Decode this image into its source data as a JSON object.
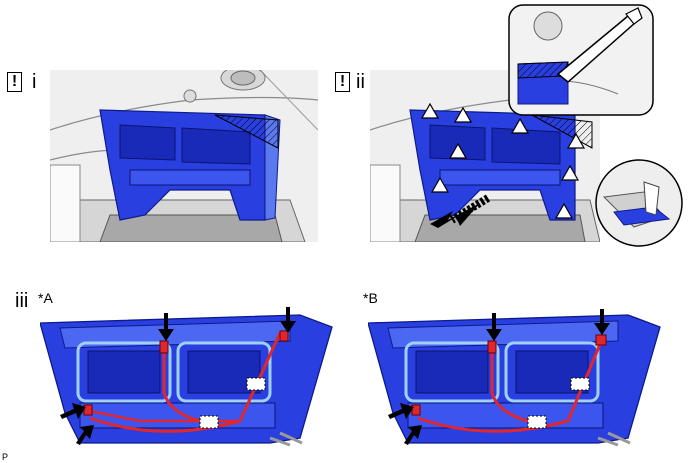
{
  "steps": {
    "step1": {
      "warning_symbol": "!",
      "label": "i"
    },
    "step2": {
      "warning_symbol": "!",
      "label": "ii"
    },
    "step3": {
      "label": "iii"
    }
  },
  "variants": {
    "a": "*A",
    "b": "*B"
  },
  "footer_code": "P",
  "colors": {
    "part_blue": "#2a3fe0",
    "part_blue_light": "#5a78f0",
    "vent_outline": "#9fd0ff",
    "harness_red": "#e0262e",
    "dash_gray": "#e6e6e6"
  },
  "icons": [
    "warning-icon",
    "arrow-icon",
    "clip-triangle-icon",
    "magnifier-callout-icon"
  ]
}
